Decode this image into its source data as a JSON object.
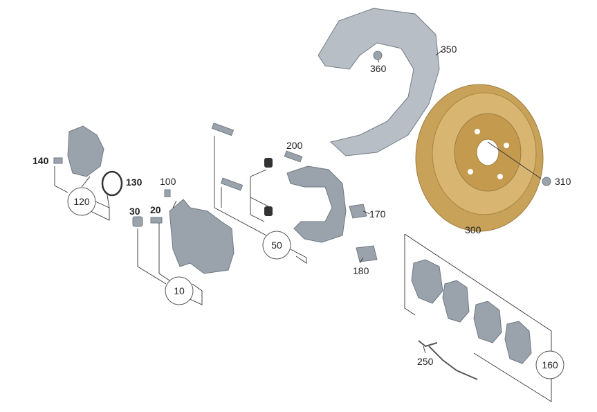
{
  "diagram": {
    "colors": {
      "rotor": "#c9a25a",
      "part": "#9aa3ab",
      "line": "#333333"
    },
    "labels": {
      "p350": "350",
      "p360": "360",
      "p200": "200",
      "p310": "310",
      "p300": "300",
      "p140": "140",
      "p130": "130",
      "p120": "120",
      "p100": "100",
      "p30": "30",
      "p20": "20",
      "p170": "170",
      "p50": "50",
      "p180": "180",
      "p10": "10",
      "p250": "250",
      "p160": "160"
    }
  }
}
